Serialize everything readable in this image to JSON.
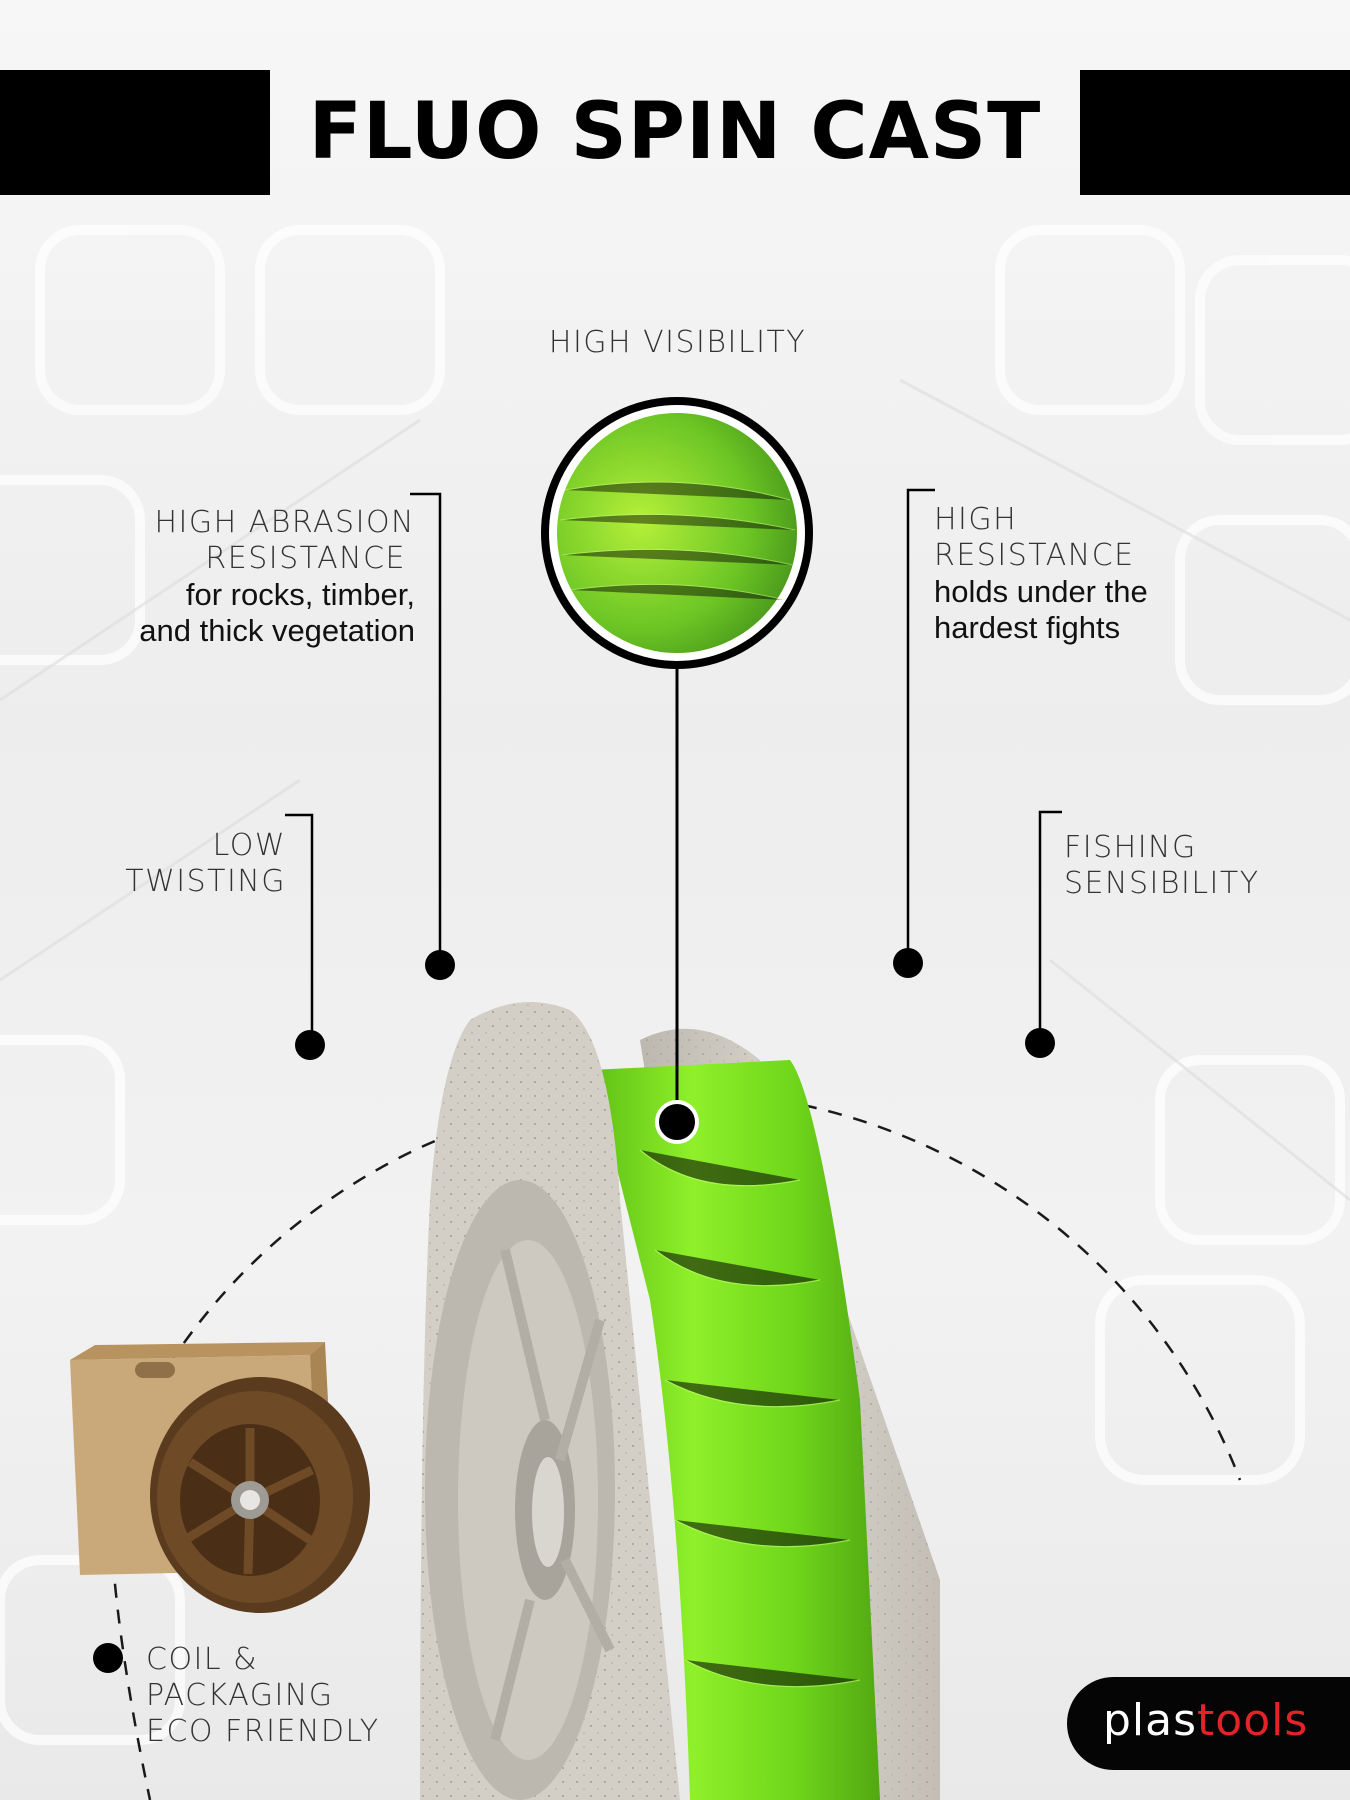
{
  "title": "FLUO SPIN CAST",
  "features": {
    "high_visibility": {
      "label": "HIGH VISIBILITY"
    },
    "abrasion": {
      "label_line1": "HIGH ABRASION",
      "label_line2": "RESISTANCE",
      "desc_line1": "for rocks, timber,",
      "desc_line2": "and thick vegetation"
    },
    "resistance": {
      "label_line1": "HIGH",
      "label_line2": "RESISTANCE",
      "desc_line1": "holds under the",
      "desc_line2": "hardest fights"
    },
    "twisting": {
      "label_line1": "LOW",
      "label_line2": "TWISTING"
    },
    "sensibility": {
      "label_line1": "FISHING",
      "label_line2": "SENSIBILITY"
    },
    "eco": {
      "label_line1": "COIL &",
      "label_line2": "PACKAGING",
      "label_line3": "ECO FRIENDLY"
    }
  },
  "brand": {
    "part1": "plas",
    "part2": "tools"
  },
  "colors": {
    "line_green": "#7fe01e",
    "spool_grey": "#cfcbc3",
    "brand_red": "#e2232a",
    "black": "#000000"
  }
}
